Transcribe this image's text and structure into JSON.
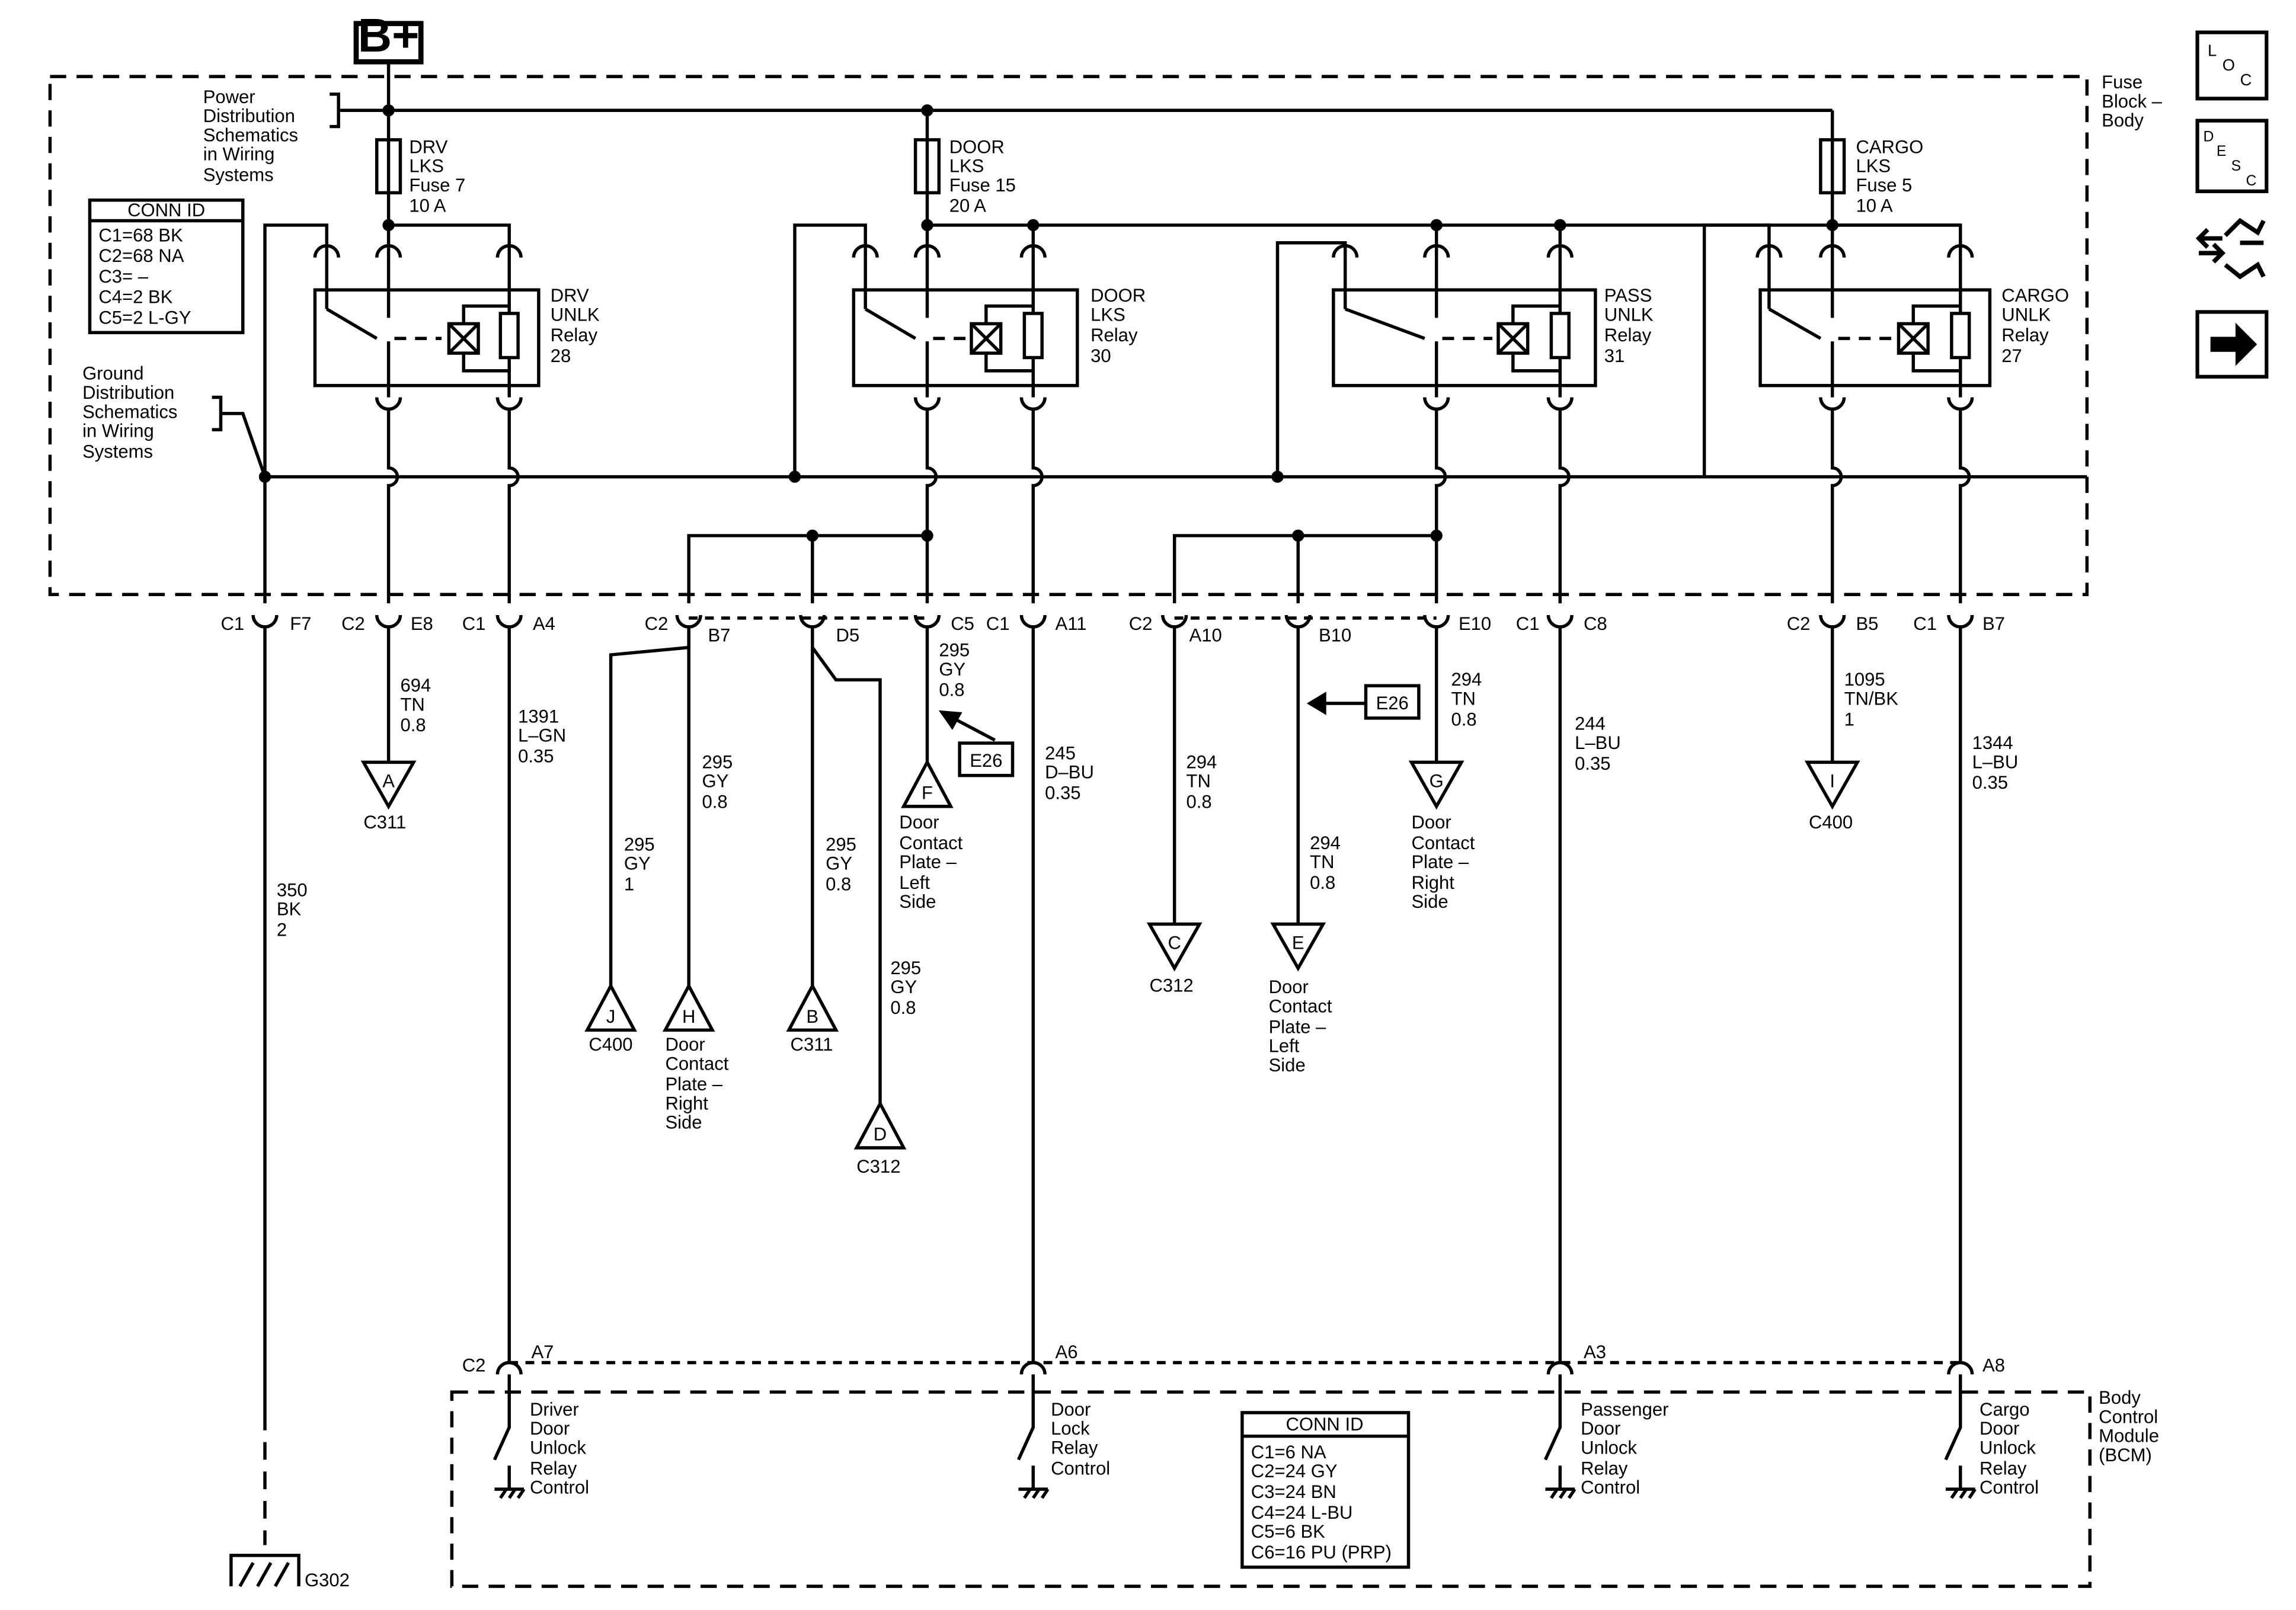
{
  "supply": "B+",
  "fuse_block": [
    "Fuse",
    "Block –",
    "Body"
  ],
  "bcm_label": [
    "Body",
    "Control",
    "Module",
    "(BCM)"
  ],
  "power_dist": [
    "Power",
    "Distribution",
    "Schematics",
    "in Wiring",
    "Systems"
  ],
  "ground_dist": [
    "Ground",
    "Distribution",
    "Schematics",
    "in Wiring",
    "Systems"
  ],
  "fuses": [
    {
      "lines": [
        "DRV",
        "LKS",
        "Fuse 7",
        "10 A"
      ]
    },
    {
      "lines": [
        "DOOR",
        "LKS",
        "Fuse 15",
        "20 A"
      ]
    },
    {
      "lines": [
        "CARGO",
        "LKS",
        "Fuse 5",
        "10 A"
      ]
    }
  ],
  "relays": [
    {
      "lines": [
        "DRV",
        "UNLK",
        "Relay",
        "28"
      ]
    },
    {
      "lines": [
        "DOOR",
        "LKS",
        "Relay",
        "30"
      ]
    },
    {
      "lines": [
        "PASS",
        "UNLK",
        "Relay",
        "31"
      ]
    },
    {
      "lines": [
        "CARGO",
        "UNLK",
        "Relay",
        "27"
      ]
    }
  ],
  "conn_fuse_block": {
    "title": "CONN ID",
    "rows": [
      "C1=68 BK",
      "C2=68 NA",
      "C3= –",
      "C4=2 BK",
      "C5=2 L-GY"
    ]
  },
  "conn_bcm": {
    "title": "CONN ID",
    "rows": [
      "C1=6 NA",
      "C2=24 GY",
      "C3=24 BN",
      "C4=24 L-BU",
      "C5=6 BK",
      "C6=16 PU (PRP)"
    ]
  },
  "pins_top": [
    {
      "conn": "C1",
      "pin": "F7"
    },
    {
      "conn": "C2",
      "pin": "E8"
    },
    {
      "conn": "C1",
      "pin": "A4"
    },
    {
      "conn": "C2",
      "pin": "B7"
    },
    {
      "conn": "",
      "pin": "D5"
    },
    {
      "conn": "C5",
      "pin": ""
    },
    {
      "conn": "C1",
      "pin": "A11"
    },
    {
      "conn": "C2",
      "pin": "A10"
    },
    {
      "conn": "",
      "pin": "B10"
    },
    {
      "conn": "",
      "pin": "E10"
    },
    {
      "conn": "C1",
      "pin": "C8"
    },
    {
      "conn": "C2",
      "pin": "B5"
    },
    {
      "conn": "C1",
      "pin": "B7"
    }
  ],
  "wires": [
    {
      "lines": [
        "350",
        "BK",
        "2"
      ]
    },
    {
      "lines": [
        "694",
        "TN",
        "0.8"
      ]
    },
    {
      "lines": [
        "1391",
        "L–GN",
        "0.35"
      ]
    },
    {
      "lines": [
        "295",
        "GY",
        "1"
      ]
    },
    {
      "lines": [
        "295",
        "GY",
        "0.8"
      ]
    },
    {
      "lines": [
        "295",
        "GY",
        "0.8"
      ]
    },
    {
      "lines": [
        "295",
        "GY",
        "0.8"
      ]
    },
    {
      "lines": [
        "295",
        "GY",
        "0.8"
      ]
    },
    {
      "lines": [
        "245",
        "D–BU",
        "0.35"
      ]
    },
    {
      "lines": [
        "294",
        "TN",
        "0.8"
      ]
    },
    {
      "lines": [
        "294",
        "TN",
        "0.8"
      ]
    },
    {
      "lines": [
        "294",
        "TN",
        "0.8"
      ]
    },
    {
      "lines": [
        "244",
        "L–BU",
        "0.35"
      ]
    },
    {
      "lines": [
        "1095",
        "TN/BK",
        "1"
      ]
    },
    {
      "lines": [
        "1344",
        "L–BU",
        "0.35"
      ]
    }
  ],
  "inline_connectors": [
    {
      "letter": "A",
      "lines": [
        "C311"
      ]
    },
    {
      "letter": "J",
      "lines": [
        "C400"
      ]
    },
    {
      "letter": "H",
      "lines": [
        "Door",
        "Contact",
        "Plate –",
        "Right",
        "Side"
      ]
    },
    {
      "letter": "B",
      "lines": [
        "C311"
      ]
    },
    {
      "letter": "D",
      "lines": [
        "C312"
      ]
    },
    {
      "letter": "F",
      "lines": [
        "Door",
        "Contact",
        "Plate –",
        "Left",
        "Side"
      ]
    },
    {
      "letter": "C",
      "lines": [
        "C312"
      ]
    },
    {
      "letter": "E",
      "lines": [
        "Door",
        "Contact",
        "Plate –",
        "Left",
        "Side"
      ]
    },
    {
      "letter": "G",
      "lines": [
        "Door",
        "Contact",
        "Plate –",
        "Right",
        "Side"
      ]
    },
    {
      "letter": "I",
      "lines": [
        "C400"
      ]
    }
  ],
  "e26_refs": [
    "E26",
    "E26"
  ],
  "bcm_pins": [
    {
      "conn": "C2",
      "pin": "A7"
    },
    {
      "conn": "",
      "pin": "A6"
    },
    {
      "conn": "",
      "pin": "A3"
    },
    {
      "conn": "",
      "pin": "A8"
    }
  ],
  "bcm_circuits": [
    {
      "lines": [
        "Driver",
        "Door",
        "Unlock",
        "Relay",
        "Control"
      ]
    },
    {
      "lines": [
        "Door",
        "Lock",
        "Relay",
        "Control"
      ]
    },
    {
      "lines": [
        "Passenger",
        "Door",
        "Unlock",
        "Relay",
        "Control"
      ]
    },
    {
      "lines": [
        "Cargo",
        "Door",
        "Unlock",
        "Relay",
        "Control"
      ]
    }
  ],
  "ground": "G302",
  "nav_icons": {
    "loc": [
      "L",
      "O",
      "C"
    ],
    "desc": [
      "D",
      "E",
      "S",
      "C"
    ]
  }
}
